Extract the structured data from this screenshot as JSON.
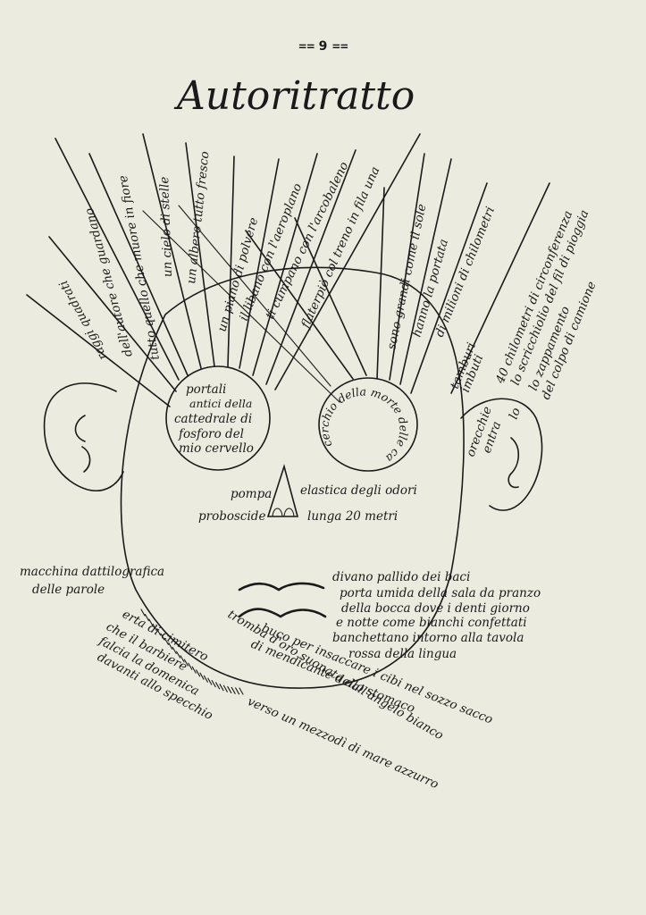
{
  "page_number": "9",
  "title": "Autoritratto",
  "hair_texts": [
    "raggi quadrati",
    "dell'autore che guardano",
    "tutto quello che muore in fiore",
    "un cielo di stelle",
    "un albero tutto fresco",
    "un piano di polvere",
    "il libano con l'aeroplano",
    "ti cumpano con l'arcobaleno",
    "flaterpiò col treno in fila una",
    "sono grandi come il sole",
    "hanno la portata",
    "di milioni di chilometri"
  ],
  "left_eye": [
    "portali",
    "antici della",
    "cattedrale di",
    "fosforo del",
    "mio cervello"
  ],
  "right_eye": "cerchio della morte delle casema",
  "right_ear_lines": [
    "tamburi",
    "imbuti",
    "orecchie",
    "entra",
    "lo"
  ],
  "right_ear_long": [
    "40 chilometri di circonferenza",
    "lo scricchiolio del fil di pioggia",
    "lo zappamento",
    "del colpo di camione"
  ],
  "nose": {
    "line1_left": "pompa",
    "line1_right": "elastica degli odori",
    "line2_left": "proboscide",
    "line2_right": "lunga 20 metri"
  },
  "left_cheek": [
    "macchina dattilografica",
    "delle parole"
  ],
  "mouth_lines": [
    "divano pallido dei baci",
    "porta umida della sala da pranzo",
    "della bocca dove i denti giorno",
    "e notte come bianchi confettati",
    "banchettano intorno alla tavola",
    "rossa della lingua"
  ],
  "chin_left": [
    "erta di cimitero",
    "che il barbiere",
    "falcia la domenica",
    "davanti allo specchio"
  ],
  "trumpet_lines": [
    "buco per insaccare i cibi nel sozzo sacco",
    "di mendicante dello stomaco",
    "tromba d'oro suonata dall'angelo bianco",
    "verso un mezzodì di mare azzurro"
  ]
}
